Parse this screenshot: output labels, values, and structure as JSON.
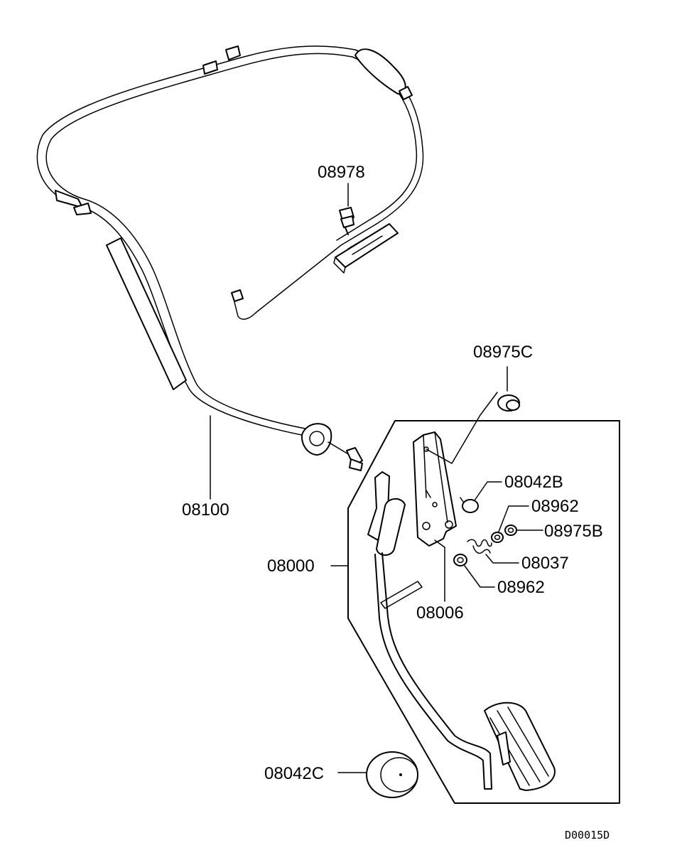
{
  "parts": {
    "p08978": "08978",
    "p08975C": "08975C",
    "p08042B": "08042B",
    "p08962a": "08962",
    "p08975B": "08975B",
    "p08037": "08037",
    "p08962b": "08962",
    "p08006": "08006",
    "p08000": "08000",
    "p08100": "08100",
    "p08042C": "08042C"
  },
  "document_code": "D00015D"
}
